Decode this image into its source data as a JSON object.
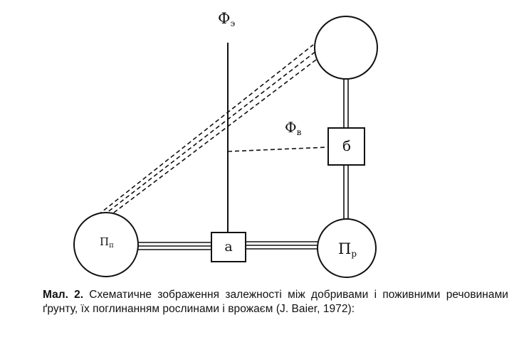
{
  "diagram": {
    "labels": {
      "phi_e": "Ф",
      "phi_e_sub": "э",
      "phi_v": "Ф",
      "phi_v_sub": "в",
      "box_a": "а",
      "box_b": "б",
      "node_pn": "П",
      "node_pn_sub": "п",
      "node_pr": "П",
      "node_pr_sub": "р"
    }
  },
  "caption": {
    "lead": "Мал. 2.",
    "text": "Схематичне зображення залежності між добривами і поживними речовинами ґрунту, їх поглинанням рослинами і врожаєм (J. Baier, 1972):"
  }
}
